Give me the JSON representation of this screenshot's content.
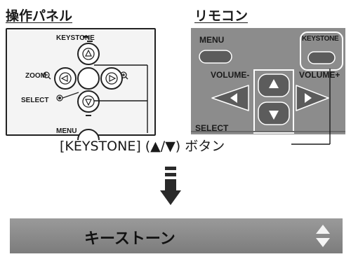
{
  "operation_panel": {
    "title": "操作パネル",
    "keystone_label": "KEYSTONE",
    "zoom_label": "ZOOM",
    "select_label": "SELECT",
    "menu_label": "MENU"
  },
  "remote": {
    "title": "リモコン",
    "menu_label": "MENU",
    "keystone_label": "KEYSTONE",
    "volume_minus_label": "VOLUME-",
    "volume_plus_label": "VOLUME+",
    "select_label": "SELECT"
  },
  "caption": "[KEYSTONE] (▲/▼) ボタン",
  "result_banner": {
    "label": "キーストーン"
  },
  "icons": [
    "up-triangle-button-icon",
    "down-triangle-button-icon",
    "left-triangle-button-icon",
    "right-triangle-button-icon",
    "zoom-out-icon",
    "zoom-in-icon",
    "select-dot-icon",
    "down-arrow-icon",
    "up-down-arrows-icon"
  ],
  "colors": {
    "panel_bg": "#f2f2f2",
    "remote_bg": "#8a8a8a",
    "remote_button": "#5e5e5e",
    "banner_bg": "#8c8c8c",
    "line": "#1a1a1a"
  }
}
